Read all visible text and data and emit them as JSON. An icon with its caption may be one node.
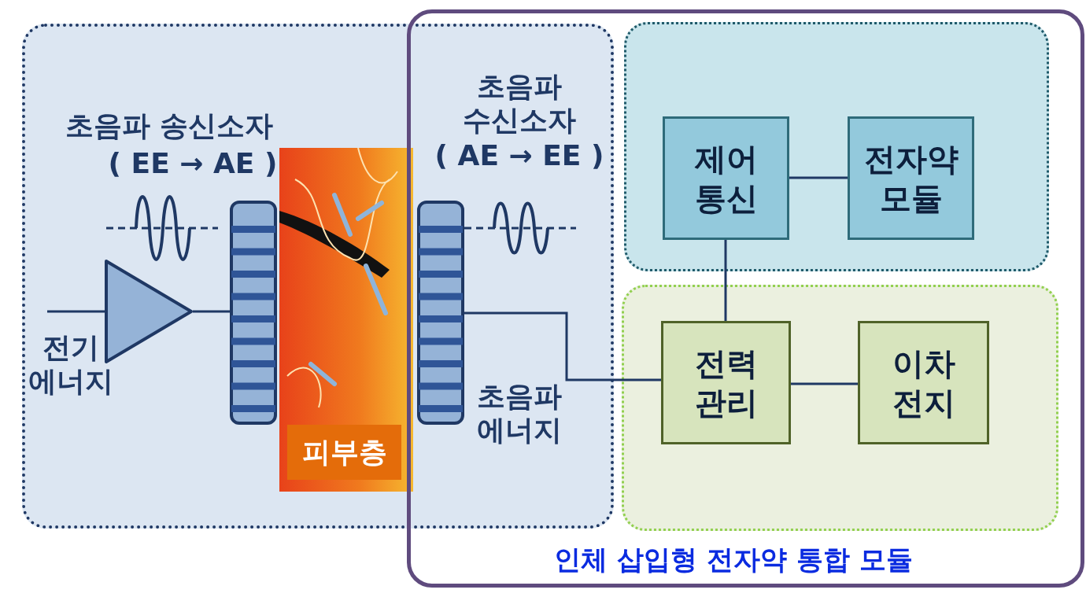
{
  "diagram": {
    "nodes": [
      {
        "text": [],
        "shape": "box"
      },
      {
        "text": [],
        "shape": "triangle",
        "in": 0
      },
      {
        "text": [],
        "shape": "bar",
        "in": 0
      },
      {
        "text": [
          "피부층"
        ],
        "in": 0
      },
      {
        "text": [],
        "shape": "bar"
      },
      {
        "text": [
          "인체 삽입형 전자약 통합 모듈"
        ]
      },
      {
        "text": [],
        "shape": "box",
        "in": 5
      },
      {
        "text": [
          "제어 통신"
        ],
        "in": 6
      },
      {
        "text": [
          "전자약 모듈"
        ],
        "in": 6
      },
      {
        "text": [],
        "shape": "box",
        "in": 5
      },
      {
        "text": [
          "전력 관리"
        ],
        "in": 9
      },
      {
        "text": [
          "이차 전지"
        ],
        "in": 9
      }
    ],
    "edges": [
      {
        "from": null,
        "to": 1,
        "arrow": "none"
      },
      {
        "from": 1,
        "to": 2,
        "arrow": "none"
      },
      {
        "from": 4,
        "to": 10,
        "arrow": "none"
      },
      {
        "from": 7,
        "to": 8,
        "arrow": "none"
      },
      {
        "from": 7,
        "to": 10,
        "arrow": "none"
      },
      {
        "from": 10,
        "to": 11,
        "arrow": "none"
      }
    ],
    "labels": [
      "초음파 송신소자",
      "( EE → AE )",
      "초음파 수신소자",
      "( AE → EE )",
      "전기 에너지",
      "초음파 에너지"
    ]
  }
}
